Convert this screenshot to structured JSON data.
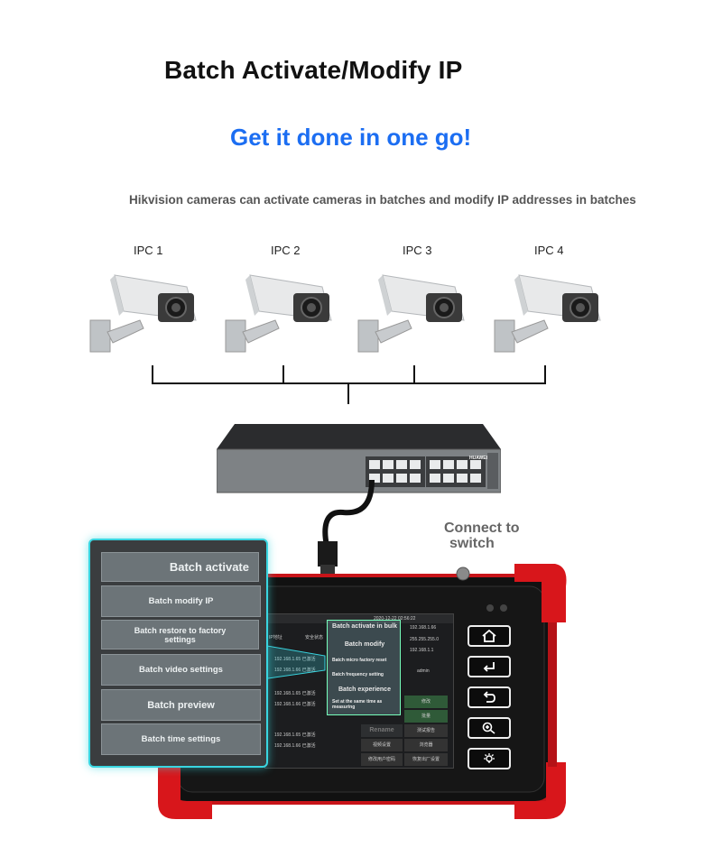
{
  "header": {
    "title": "Batch Activate/Modify IP",
    "subtitle": "Get it done in one go!",
    "description": "Hikvision cameras can activate cameras in batches and modify IP addresses in batches"
  },
  "cameras": [
    {
      "label": "IPC 1"
    },
    {
      "label": "IPC 2"
    },
    {
      "label": "IPC 3"
    },
    {
      "label": "IPC 4"
    }
  ],
  "switch": {
    "brand": "HUAWEI",
    "connect_text_line1": "Connect to",
    "connect_text_line2": "switch"
  },
  "menu": {
    "items": [
      "Batch activate",
      "Batch modify IP",
      "Batch restore to factory settings",
      "Batch video settings",
      "Batch preview",
      "Batch time settings"
    ]
  },
  "screen": {
    "status_time": "2020-12-22 02:56:22",
    "ip_top": "192.168.1.66",
    "mask": "255.255.255.0",
    "gateway": "192.168.1.1",
    "admin": "admin",
    "overlay_items": [
      "Batch activate in bulk",
      "Batch modify",
      "Batch micro factory reset",
      "Batch frequency setting",
      "Batch experience",
      "Set at the same time as measuring"
    ],
    "rename": "Rename",
    "cn_buttons": [
      "修改",
      "批量",
      "测试报告",
      "视频设置",
      "浏览器",
      "修改用户密码",
      "恢复出厂设置"
    ],
    "rows": [
      {
        "ip": "192.168.1.65",
        "status": "已激活"
      },
      {
        "ip": "192.168.1.66",
        "status": "已激活"
      },
      {
        "ip": "192.168.1.65",
        "status": "已激活"
      },
      {
        "ip": "192.168.1.66",
        "status": "已激活"
      },
      {
        "ip": "192.168.1.65",
        "status": "已激活"
      },
      {
        "ip": "192.168.1.66",
        "status": "已激活"
      }
    ],
    "table_head_ip": "IP地址",
    "table_head_status": "安全状态"
  },
  "colors": {
    "accent": "#1c6ef2",
    "glow": "#39d5e0",
    "device_red": "#d8161b"
  },
  "device_icons": [
    "home-icon",
    "enter-icon",
    "back-icon",
    "zoom-icon",
    "light-icon"
  ]
}
